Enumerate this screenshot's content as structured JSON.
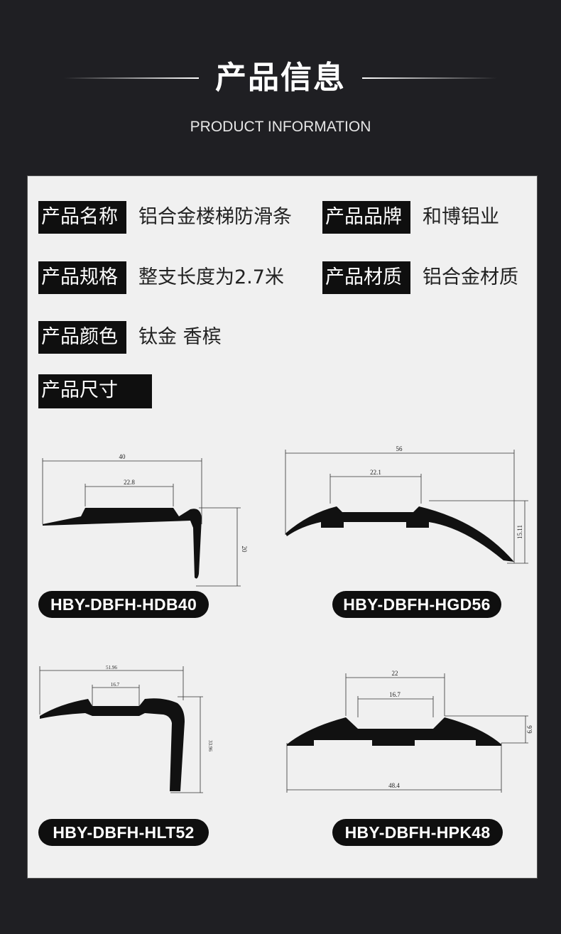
{
  "header": {
    "title_cn": "产品信息",
    "title_en": "PRODUCT INFORMATION"
  },
  "info": {
    "name_label": "产品名称",
    "name_value": "铝合金楼梯防滑条",
    "brand_label": "产品品牌",
    "brand_value": "和博铝业",
    "spec_label": "产品规格",
    "spec_value": "整支长度为2.7米",
    "material_label": "产品材质",
    "material_value": "铝合金材质",
    "color_label": "产品颜色",
    "color_value": "钛金 香槟",
    "size_label": "产品尺寸"
  },
  "products": [
    {
      "model": "HBY-DBFH-HDB40",
      "dims": {
        "width": "40",
        "top": "22.8",
        "height": "20"
      }
    },
    {
      "model": "HBY-DBFH-HGD56",
      "dims": {
        "width": "56",
        "top": "22.1",
        "height": "15.11"
      }
    },
    {
      "model": "HBY-DBFH-HLT52",
      "dims": {
        "width": "51.96",
        "top": "16.7",
        "height": "33.96"
      }
    },
    {
      "model": "HBY-DBFH-HPK48",
      "dims": {
        "top_outer": "22",
        "top": "16.7",
        "height": "6.6",
        "width": "48.4"
      }
    }
  ]
}
